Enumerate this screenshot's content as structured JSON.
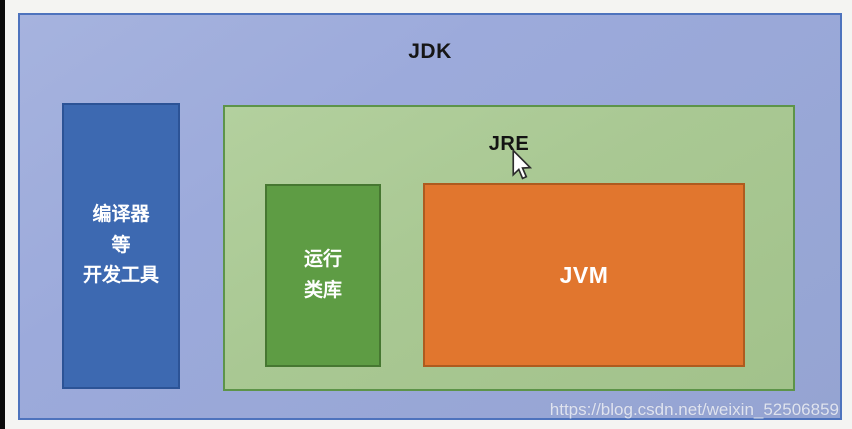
{
  "diagram": {
    "jdk": {
      "label": "JDK",
      "fill": "#9caadb",
      "border": "#4e73bd"
    },
    "dev_tools": {
      "label_lines": [
        "编译器",
        "等",
        "开发工具"
      ],
      "fill": "#3d69b1",
      "border": "#2c5396",
      "text_color": "#ffffff"
    },
    "jre": {
      "label": "JRE",
      "fill": "#a9c893",
      "border": "#5d9449"
    },
    "runtime_library": {
      "label_lines": [
        "运行",
        "类库"
      ],
      "fill": "#5e9c44",
      "border": "#467731",
      "text_color": "#ffffff"
    },
    "jvm": {
      "label": "JVM",
      "fill": "#e1762e",
      "border": "#ae5b1f",
      "text_color": "#ffffff"
    }
  },
  "watermark": {
    "text": "https://blog.csdn.net/weixin_52506859",
    "color": "rgba(255,255,255,0.72)"
  },
  "cursor": {
    "icon": "mouse-arrow-cursor-icon"
  }
}
